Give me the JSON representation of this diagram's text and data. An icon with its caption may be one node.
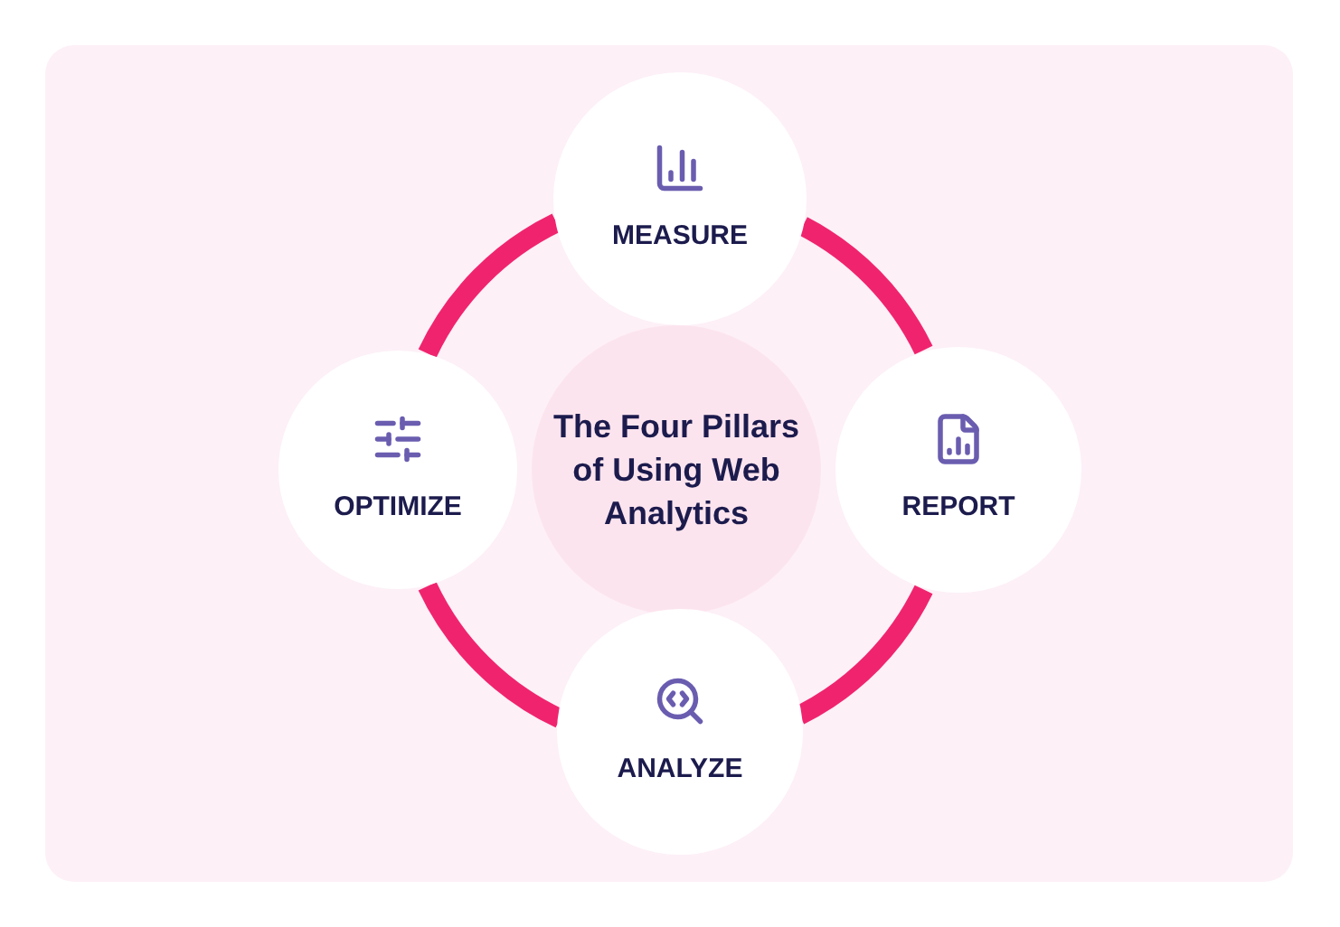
{
  "diagram": {
    "nodes": [
      {
        "text": [
          "The Four Pillars of Using Web Analytics"
        ]
      },
      {
        "text": [
          "MEASURE"
        ]
      },
      {
        "text": [
          "REPORT"
        ]
      },
      {
        "text": [
          "ANALYZE"
        ]
      },
      {
        "text": [
          "OPTIMIZE"
        ]
      }
    ],
    "edges": [
      {
        "from": 1,
        "to": 2,
        "arrow": "none"
      },
      {
        "from": 2,
        "to": 3,
        "arrow": "none"
      },
      {
        "from": 3,
        "to": 4,
        "arrow": "none"
      },
      {
        "from": 4,
        "to": 1,
        "arrow": "none"
      }
    ]
  }
}
